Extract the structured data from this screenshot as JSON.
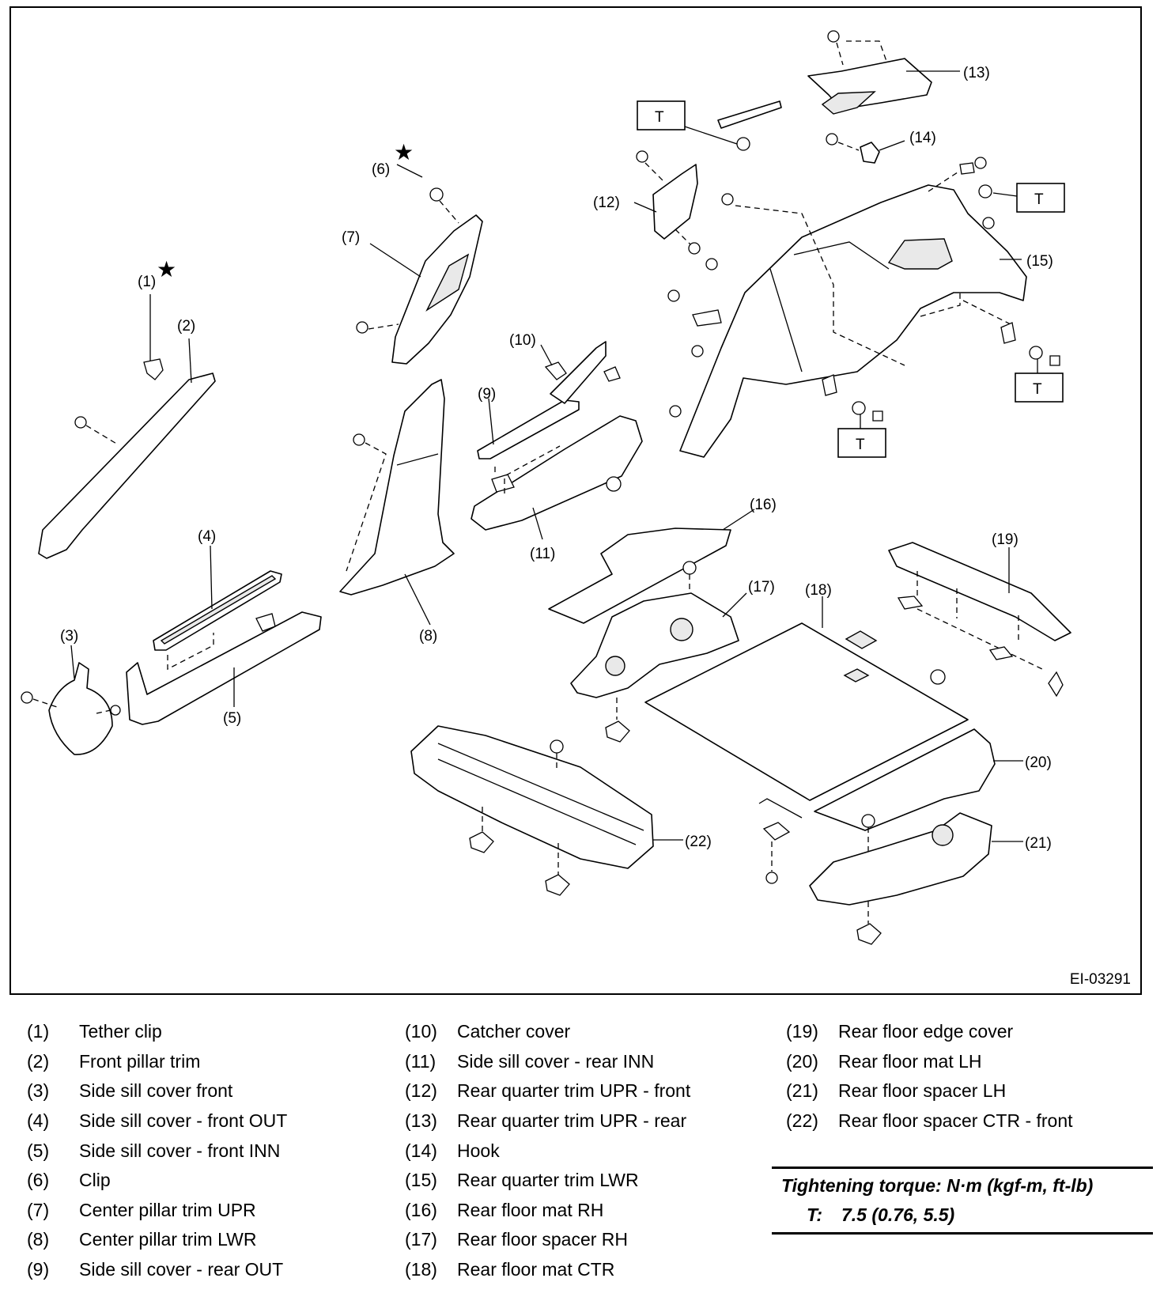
{
  "figure_code": "EI-03291",
  "callout_box_label": "T",
  "callouts": [
    "(1)",
    "(2)",
    "(3)",
    "(4)",
    "(5)",
    "(6)",
    "(7)",
    "(8)",
    "(9)",
    "(10)",
    "(11)",
    "(12)",
    "(13)",
    "(14)",
    "(15)",
    "(16)",
    "(17)",
    "(18)",
    "(19)",
    "(20)",
    "(21)",
    "(22)"
  ],
  "legend": [
    {
      "num": "(1)",
      "text": "Tether clip"
    },
    {
      "num": "(2)",
      "text": "Front pillar trim"
    },
    {
      "num": "(3)",
      "text": "Side sill cover front"
    },
    {
      "num": "(4)",
      "text": "Side sill cover - front OUT"
    },
    {
      "num": "(5)",
      "text": "Side sill cover - front INN"
    },
    {
      "num": "(6)",
      "text": "Clip"
    },
    {
      "num": "(7)",
      "text": "Center pillar trim UPR"
    },
    {
      "num": "(8)",
      "text": "Center pillar trim LWR"
    },
    {
      "num": "(9)",
      "text": "Side sill cover - rear OUT"
    },
    {
      "num": "(10)",
      "text": "Catcher cover"
    },
    {
      "num": "(11)",
      "text": "Side sill cover - rear INN"
    },
    {
      "num": "(12)",
      "text": "Rear quarter trim UPR - front"
    },
    {
      "num": "(13)",
      "text": "Rear quarter trim UPR - rear"
    },
    {
      "num": "(14)",
      "text": "Hook"
    },
    {
      "num": "(15)",
      "text": "Rear quarter trim LWR"
    },
    {
      "num": "(16)",
      "text": "Rear floor mat RH"
    },
    {
      "num": "(17)",
      "text": "Rear floor spacer RH"
    },
    {
      "num": "(18)",
      "text": "Rear floor mat CTR"
    },
    {
      "num": "(19)",
      "text": "Rear floor edge cover"
    },
    {
      "num": "(20)",
      "text": "Rear floor mat LH"
    },
    {
      "num": "(21)",
      "text": "Rear floor spacer LH"
    },
    {
      "num": "(22)",
      "text": "Rear floor spacer CTR - front"
    }
  ],
  "torque": {
    "title": "Tightening torque: N·m (kgf-m, ft-lb)",
    "symbol": "T:",
    "value": "7.5 (0.76, 5.5)"
  }
}
